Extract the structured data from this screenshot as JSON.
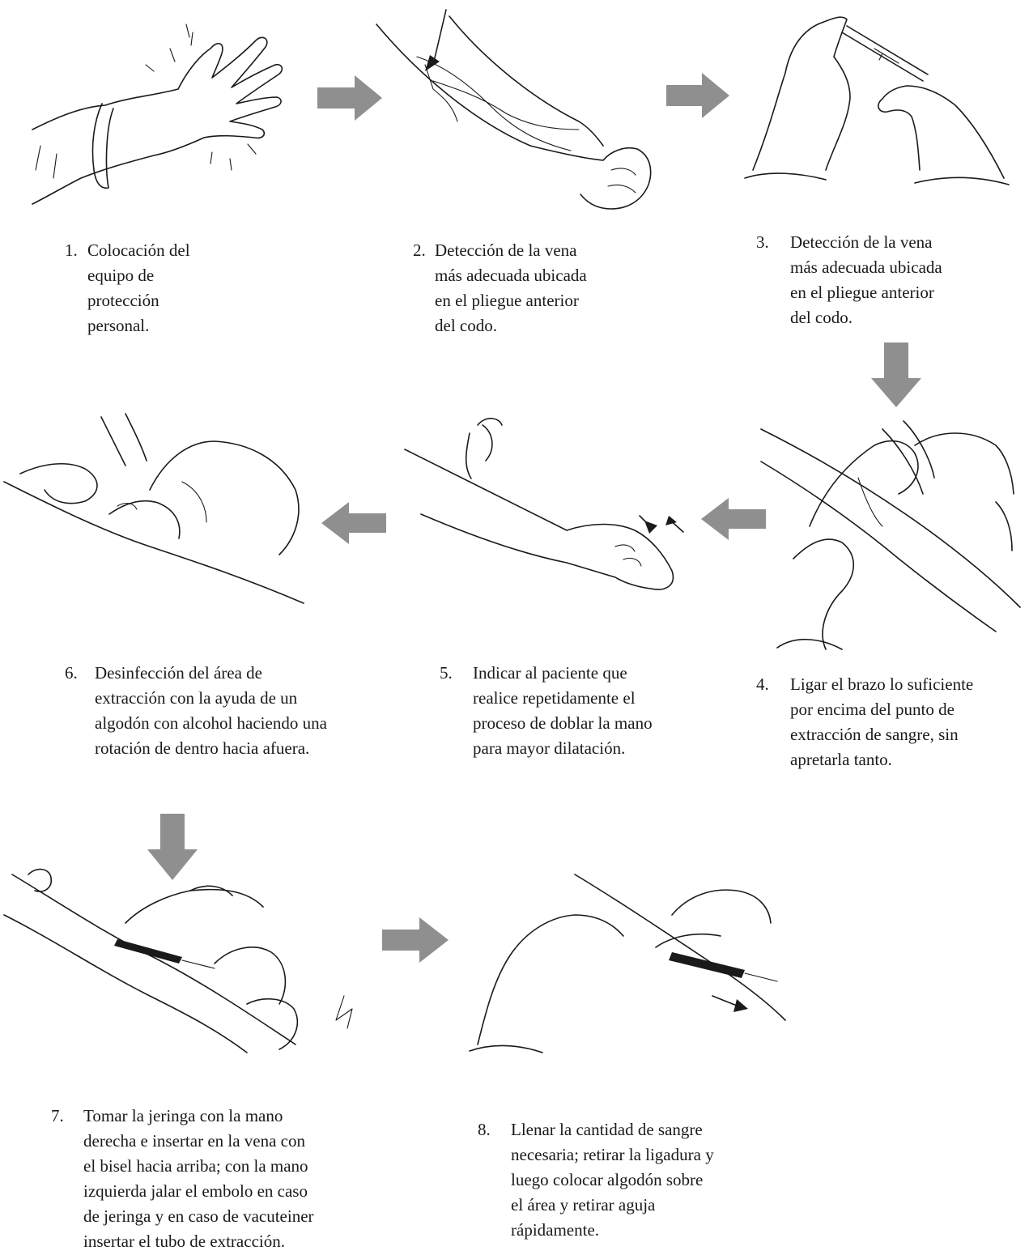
{
  "steps": [
    {
      "number": "1.",
      "text": "Colocación del\nequipo de\nprotección\npersonal."
    },
    {
      "number": "2.",
      "text": "Detección de la vena\nmás adecuada ubicada\nen el pliegue anterior\ndel codo."
    },
    {
      "number": "3.",
      "text": "Detección de la vena\nmás adecuada ubicada\nen el pliegue anterior\ndel codo."
    },
    {
      "number": "4.",
      "text": "Ligar el brazo lo suficiente\npor encima del punto de\nextracción de sangre, sin\napretarla tanto."
    },
    {
      "number": "5.",
      "text": "Indicar al paciente que\nrealice repetidamente el\nproceso de doblar la mano\npara mayor dilatación."
    },
    {
      "number": "6.",
      "text": "Desinfección del área de\nextracción con la ayuda de un\nalgodón con alcohol haciendo una\nrotación de dentro hacia afuera."
    },
    {
      "number": "7.",
      "text": "Tomar la jeringa con la mano\nderecha e insertar en la vena con\nel bisel hacia arriba; con la mano\nizquierda jalar el embolo en caso\nde jeringa y en caso de vacuteiner\ninsertar el tubo de extracción."
    },
    {
      "number": "8.",
      "text": "Llenar la cantidad de sangre\nnecesaria; retirar la ligadura y\nluego colocar algodón sobre\nel área y retirar aguja\nrápidamente."
    }
  ],
  "arrow_color": "#8f8f8f",
  "icons": {
    "flow_arrow": "block-arrow-icon",
    "step1": "gloved-hand-illustration",
    "step2": "forearm-vein-illustration",
    "step3": "gloved-hands-syringe-illustration",
    "step4": "tourniquet-tying-illustration",
    "step5": "fist-pumping-illustration",
    "step6": "disinfection-swab-illustration",
    "step7": "syringe-insertion-illustration",
    "step8": "needle-withdrawal-illustration"
  }
}
